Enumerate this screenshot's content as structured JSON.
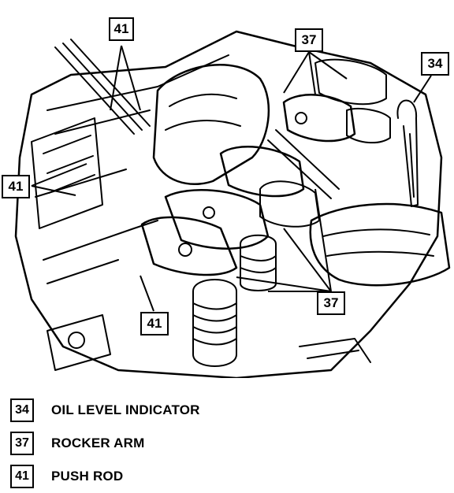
{
  "callouts": {
    "top_left": "41",
    "left": "41",
    "bottom": "41",
    "top_right": "37",
    "right": "37",
    "far_right": "34"
  },
  "legend": [
    {
      "number": "34",
      "label": "OIL LEVEL INDICATOR"
    },
    {
      "number": "37",
      "label": "ROCKER ARM"
    },
    {
      "number": "41",
      "label": "PUSH ROD"
    }
  ]
}
